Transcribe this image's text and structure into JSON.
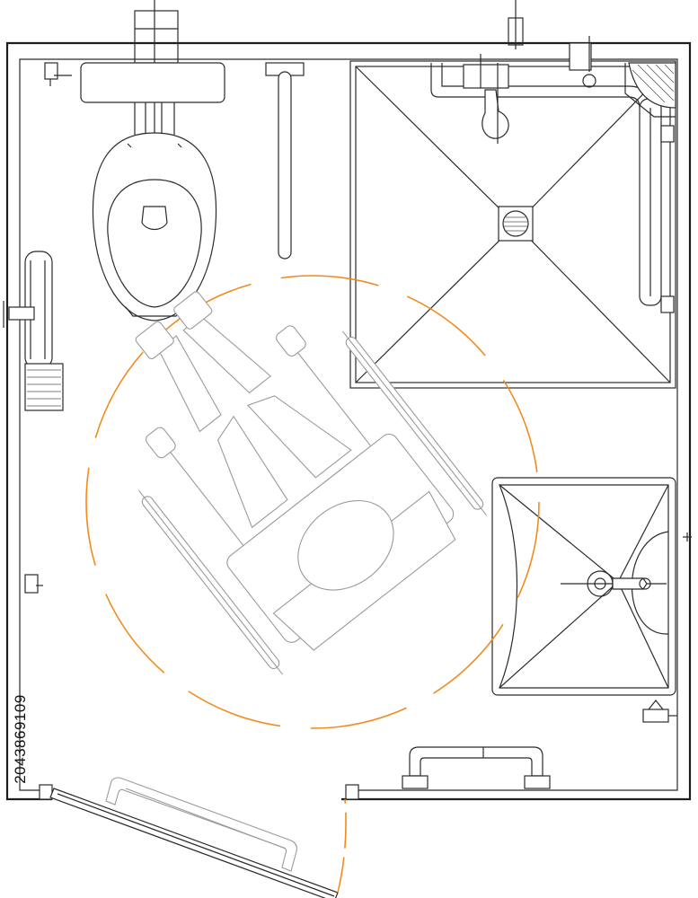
{
  "image_id_label": "2043869109",
  "colors": {
    "line": "#2b2b2b",
    "light_line": "#9a9a9a",
    "turning_circle": "#f28a1e",
    "background": "#ffffff"
  },
  "elements": [
    "toilet",
    "wall-grab-bar",
    "toilet-paper-holder",
    "shower-tray",
    "shower-drain",
    "shower-grab-bar",
    "wash-basin",
    "wheelchair",
    "turning-circle",
    "entrance-door",
    "door-handle-bar"
  ]
}
